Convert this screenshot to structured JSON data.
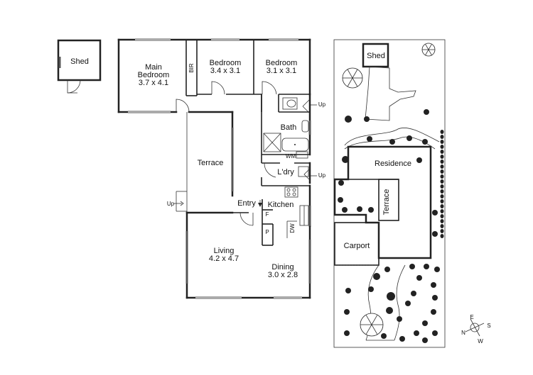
{
  "rooms": {
    "shed": "Shed",
    "main_bedroom": "Main",
    "main_bedroom_2": "Bedroom",
    "main_bedroom_size": "3.7 x 4.1",
    "bir": "BIR",
    "bedroom2": "Bedroom",
    "bedroom2_size": "3.4 x 3.1",
    "bedroom3": "Bedroom",
    "bedroom3_size": "3.1 x 3.1",
    "bath": "Bath",
    "wm": "WM",
    "terrace": "Terrace",
    "ldry": "L'dry",
    "entry": "Entry",
    "kitchen": "Kitchen",
    "fridge": "F",
    "pantry": "P",
    "dw": "DW",
    "living": "Living",
    "living_size": "4.2 x 4.7",
    "dining": "Dining",
    "dining_size": "3.0 x 2.8",
    "up1": "Up",
    "up2": "Up",
    "up3": "Up"
  },
  "site": {
    "shed": "Shed",
    "residence": "Residence",
    "terrace": "Terrace",
    "carport": "Carport"
  },
  "compass": {
    "e": "E",
    "s": "S",
    "w": "W",
    "n": "N"
  }
}
